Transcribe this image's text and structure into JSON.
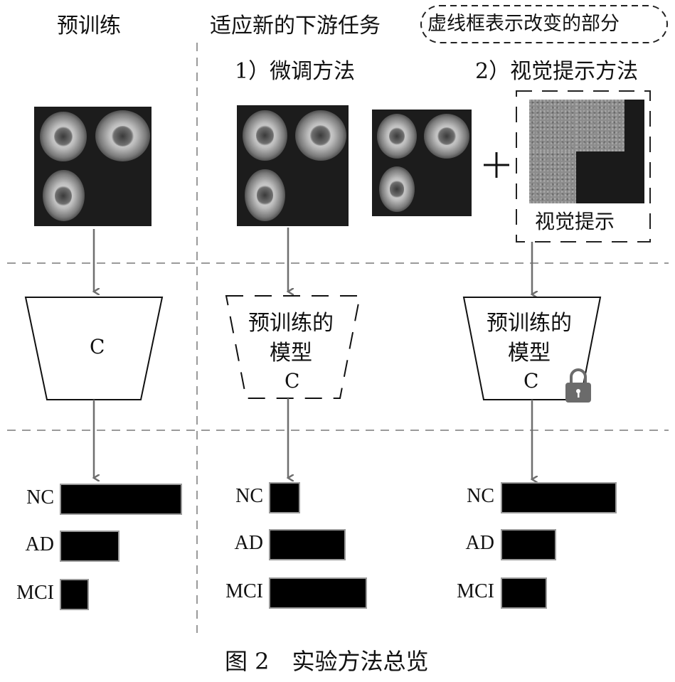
{
  "headers": {
    "pretraining": "预训练",
    "adapt": "适应新的下游任务",
    "legend": "虚线框表示改变的部分",
    "method1": "1）微调方法",
    "method2": "2）视觉提示方法"
  },
  "visual_prompt_label": "视觉提示",
  "models": {
    "left": {
      "letter": "C"
    },
    "middle": {
      "line1": "预训练的",
      "line2": "模型",
      "letter": "C"
    },
    "right": {
      "line1": "预训练的",
      "line2": "模型",
      "letter": "C"
    }
  },
  "classes": [
    "NC",
    "AD",
    "MCI"
  ],
  "outputs": {
    "left": {
      "NC": 1.0,
      "AD": 0.49,
      "MCI": 0.24
    },
    "middle": {
      "NC": 0.26,
      "AD": 0.64,
      "MCI": 0.82
    },
    "right": {
      "NC": 0.96,
      "AD": 0.46,
      "MCI": 0.38
    }
  },
  "plus_symbol": "+",
  "caption": "图 2　实验方法总览",
  "colors": {
    "bar": "#000000",
    "bar_border": "#9a9a9a",
    "arrow": "#6f6f6f",
    "dash": "#9a9a9a",
    "lock": "#6b6b6b"
  },
  "icons": [
    "lock-icon"
  ]
}
